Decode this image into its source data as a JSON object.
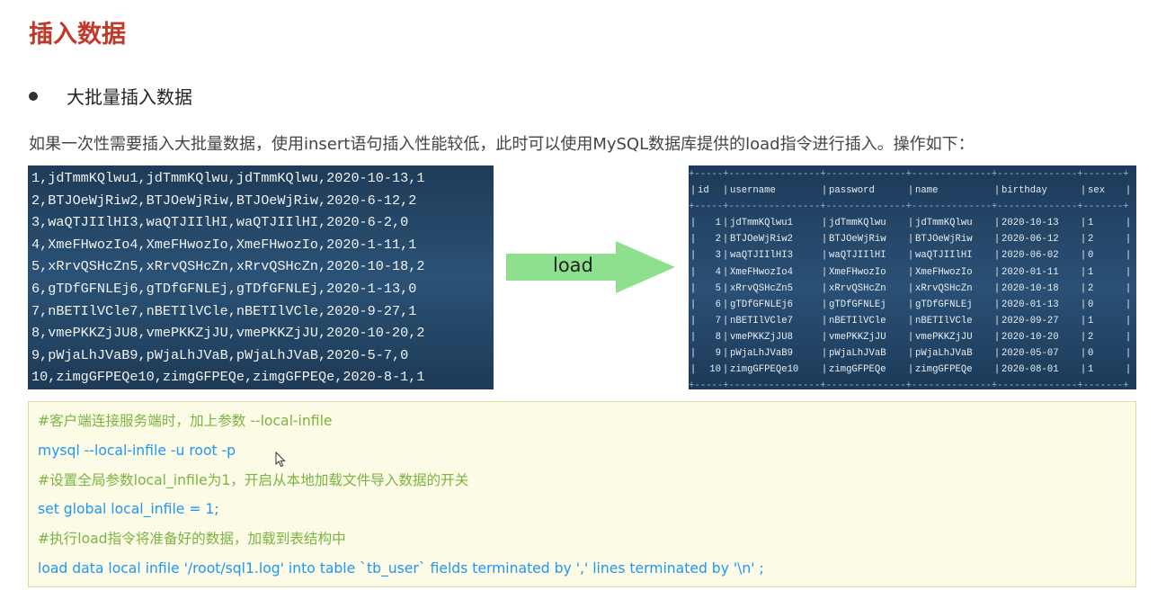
{
  "page": {
    "title": "插入数据",
    "subtitle": "大批量插入数据",
    "intro": "如果一次性需要插入大批量数据，使用insert语句插入性能较低，此时可以使用MySQL数据库提供的load指令进行插入。操作如下："
  },
  "raw_file_lines": [
    "1,jdTmmKQlwu1,jdTmmKQlwu,jdTmmKQlwu,2020-10-13,1",
    "2,BTJOeWjRiw2,BTJOeWjRiw,BTJOeWjRiw,2020-6-12,2",
    "3,waQTJIIlHI3,waQTJIIlHI,waQTJIIlHI,2020-6-2,0",
    "4,XmeFHwozIo4,XmeFHwozIo,XmeFHwozIo,2020-1-11,1",
    "5,xRrvQSHcZn5,xRrvQSHcZn,xRrvQSHcZn,2020-10-18,2",
    "6,gTDfGFNLEj6,gTDfGFNLEj,gTDfGFNLEj,2020-1-13,0",
    "7,nBETIlVCle7,nBETIlVCle,nBETIlVCle,2020-9-27,1",
    "8,vmePKKZjJU8,vmePKKZjJU,vmePKKZjJU,2020-10-20,2",
    "9,pWjaLhJVaB9,pWjaLhJVaB,pWjaLhJVaB,2020-5-7,0",
    "10,zimgGFPEQe10,zimgGFPEQe,zimgGFPEQe,2020-8-1,1"
  ],
  "arrow": {
    "label": "load",
    "color": "#8ee08e"
  },
  "result_table": {
    "columns": [
      "id",
      "username",
      "password",
      "name",
      "birthday",
      "sex"
    ],
    "rows": [
      [
        "1",
        "jdTmmKQlwu1",
        "jdTmmKQlwu",
        "jdTmmKQlwu",
        "2020-10-13",
        "1"
      ],
      [
        "2",
        "BTJOeWjRiw2",
        "BTJOeWjRiw",
        "BTJOeWjRiw",
        "2020-06-12",
        "2"
      ],
      [
        "3",
        "waQTJIIlHI3",
        "waQTJIIlHI",
        "waQTJIIlHI",
        "2020-06-02",
        "0"
      ],
      [
        "4",
        "XmeFHwozIo4",
        "XmeFHwozIo",
        "XmeFHwozIo",
        "2020-01-11",
        "1"
      ],
      [
        "5",
        "xRrvQSHcZn5",
        "xRrvQSHcZn",
        "xRrvQSHcZn",
        "2020-10-18",
        "2"
      ],
      [
        "6",
        "gTDfGFNLEj6",
        "gTDfGFNLEj",
        "gTDfGFNLEj",
        "2020-01-13",
        "0"
      ],
      [
        "7",
        "nBETIlVCle7",
        "nBETIlVCle",
        "nBETIlVCle",
        "2020-09-27",
        "1"
      ],
      [
        "8",
        "vmePKKZjJU8",
        "vmePKKZjJU",
        "vmePKKZjJU",
        "2020-10-20",
        "2"
      ],
      [
        "9",
        "pWjaLhJVaB9",
        "pWjaLhJVaB",
        "pWjaLhJVaB",
        "2020-05-07",
        "0"
      ],
      [
        "10",
        "zimgGFPEQe10",
        "zimgGFPEQe",
        "zimgGFPEQe",
        "2020-08-01",
        "1"
      ]
    ]
  },
  "code_lines": [
    {
      "text": "#客户端连接服务端时，加上参数 --local-infile",
      "kind": "comment"
    },
    {
      "text": "mysql --local-infile -u root -p",
      "kind": "cmd"
    },
    {
      "text": "#设置全局参数local_infile为1，开启从本地加载文件导入数据的开关",
      "kind": "comment"
    },
    {
      "text": "set global local_infile = 1;",
      "kind": "cmd"
    },
    {
      "text": "#执行load指令将准备好的数据，加载到表结构中",
      "kind": "comment"
    },
    {
      "text": "load data local infile '/root/sql1.log' into table `tb_user` fields terminated by ',' lines terminated by '\\n' ;",
      "kind": "cmd"
    }
  ],
  "colors": {
    "title": "#c0392b",
    "comment": "#7cb342",
    "command": "#2196f3",
    "code_background": "#fbfbe6"
  }
}
